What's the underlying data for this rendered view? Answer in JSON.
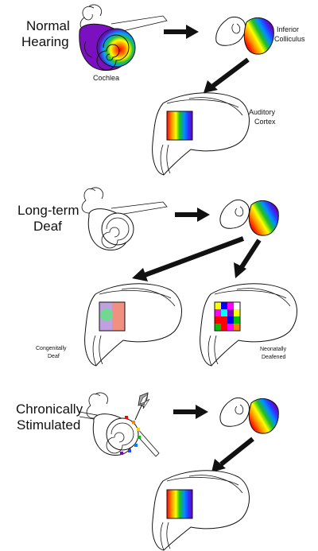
{
  "rows": {
    "normal": {
      "label_line1": "Normal",
      "label_line2": "Hearing",
      "cochlea_label": "Cochlea",
      "ic_label_line1": "Inferior",
      "ic_label_line2": "Colliculus",
      "cortex_label_line1": "Auditory",
      "cortex_label_line2": "Cortex"
    },
    "deaf": {
      "label_line1": "Long-term",
      "label_line2": "Deaf",
      "congenital_line1": "Congenitally",
      "congenital_line2": "Deaf",
      "neonatal_line1": "Neonatally",
      "neonatal_line2": "Deafened"
    },
    "stim": {
      "label_line1": "Chronically",
      "label_line2": "Stimulated"
    }
  },
  "colors": {
    "rainbow": [
      "#ff0000",
      "#ff8000",
      "#ffff00",
      "#00c000",
      "#0080ff",
      "#3040ff",
      "#8000c0"
    ],
    "cochlea_base": "#7a10c0",
    "congenital_patch": [
      "#e07aa0",
      "#70d890",
      "#c0a0e0",
      "#f09080"
    ],
    "neonatal_patch": [
      "#ff0000",
      "#ffff00",
      "#00c000",
      "#0000ff",
      "#ff00ff",
      "#00ffff",
      "#8000c0",
      "#ff8000"
    ]
  }
}
